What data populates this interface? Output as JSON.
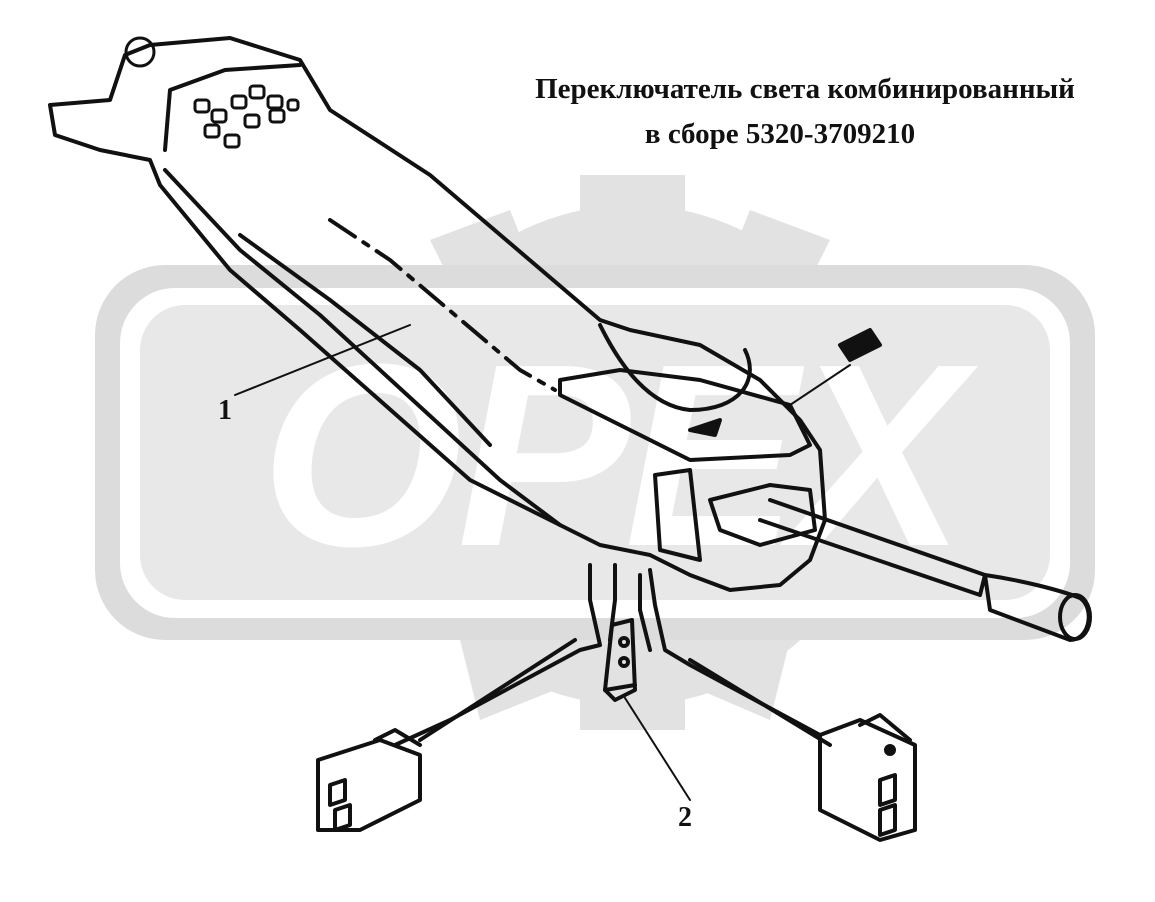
{
  "title": {
    "line1": "Переключатель света комбинированный",
    "line2": "в сборе 5320-3709210"
  },
  "watermark": {
    "text": "OPEX",
    "color": "#d9d9d9",
    "shape": "gear-logo"
  },
  "callouts": [
    {
      "label": "1",
      "part": "switch-body"
    },
    {
      "label": "2",
      "part": "mounting-bracket"
    }
  ],
  "colors": {
    "line": "#111111",
    "background": "#ffffff",
    "watermark": "#dedede"
  }
}
